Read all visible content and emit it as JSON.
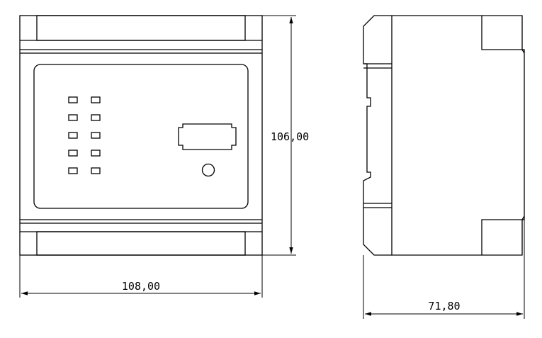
{
  "dimensions": {
    "width_front": "108,00",
    "height": "106,00",
    "depth_side": "71,80"
  },
  "front_view": {
    "led_columns": 2,
    "led_rows": 5
  }
}
